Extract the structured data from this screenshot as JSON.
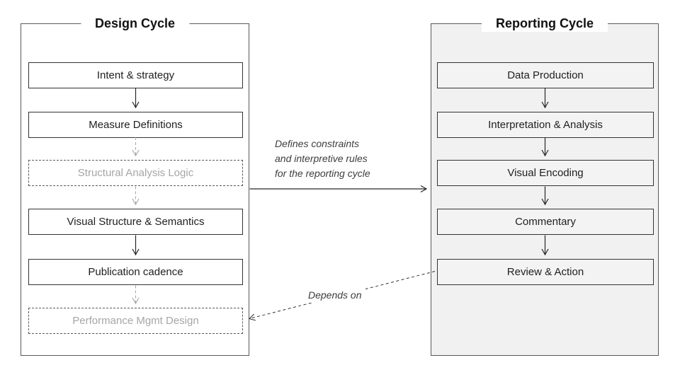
{
  "design_cycle": {
    "title": "Design Cycle",
    "boxes": [
      {
        "label": "Intent & strategy",
        "style": "solid"
      },
      {
        "label": "Measure Definitions",
        "style": "solid"
      },
      {
        "label": "Structural Analysis Logic",
        "style": "dashed"
      },
      {
        "label": "Visual Structure & Semantics",
        "style": "solid"
      },
      {
        "label": "Publication cadence",
        "style": "solid"
      },
      {
        "label": "Performance Mgmt Design",
        "style": "dashed"
      }
    ]
  },
  "reporting_cycle": {
    "title": "Reporting Cycle",
    "boxes": [
      {
        "label": "Data Production",
        "style": "solid"
      },
      {
        "label": "Interpretation & Analysis",
        "style": "solid"
      },
      {
        "label": "Visual Encoding",
        "style": "solid"
      },
      {
        "label": "Commentary",
        "style": "solid"
      },
      {
        "label": "Review & Action",
        "style": "solid"
      }
    ]
  },
  "annotations": {
    "defines_lines": [
      "Defines constraints",
      "and interpretive rules",
      "for the reporting cycle"
    ],
    "depends_label": "Depends on"
  },
  "colors": {
    "solid_arrow": "#262626",
    "muted_arrow": "#a6a6a6",
    "dashed_border": "#595959",
    "muted_text": "#a6a6a6",
    "annotation_text": "#3d3d3d",
    "reporting_fill": "#f1f1f1"
  }
}
